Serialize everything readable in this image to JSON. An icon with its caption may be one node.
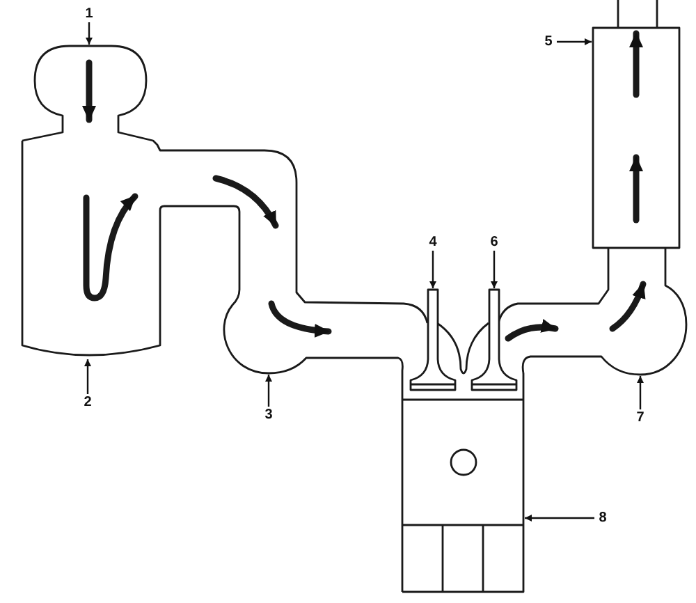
{
  "diagram": {
    "nodes": [
      {
        "text": [
          "1"
        ]
      },
      {
        "text": [
          "2"
        ]
      },
      {
        "text": [
          "3"
        ]
      },
      {
        "text": [
          "4"
        ]
      },
      {
        "text": [
          "5"
        ]
      },
      {
        "text": [
          "6"
        ]
      },
      {
        "text": [
          "7"
        ]
      },
      {
        "text": [
          "8"
        ]
      }
    ],
    "edges": [
      {
        "from": 0,
        "to": null,
        "arrow": "to"
      },
      {
        "from": 1,
        "to": null,
        "arrow": "to"
      },
      {
        "from": 2,
        "to": null,
        "arrow": "to"
      },
      {
        "from": 3,
        "to": null,
        "arrow": "to"
      },
      {
        "from": 4,
        "to": null,
        "arrow": "to"
      },
      {
        "from": 5,
        "to": null,
        "arrow": "to"
      },
      {
        "from": 6,
        "to": null,
        "arrow": "to"
      },
      {
        "from": 7,
        "to": null,
        "arrow": "to"
      }
    ]
  }
}
